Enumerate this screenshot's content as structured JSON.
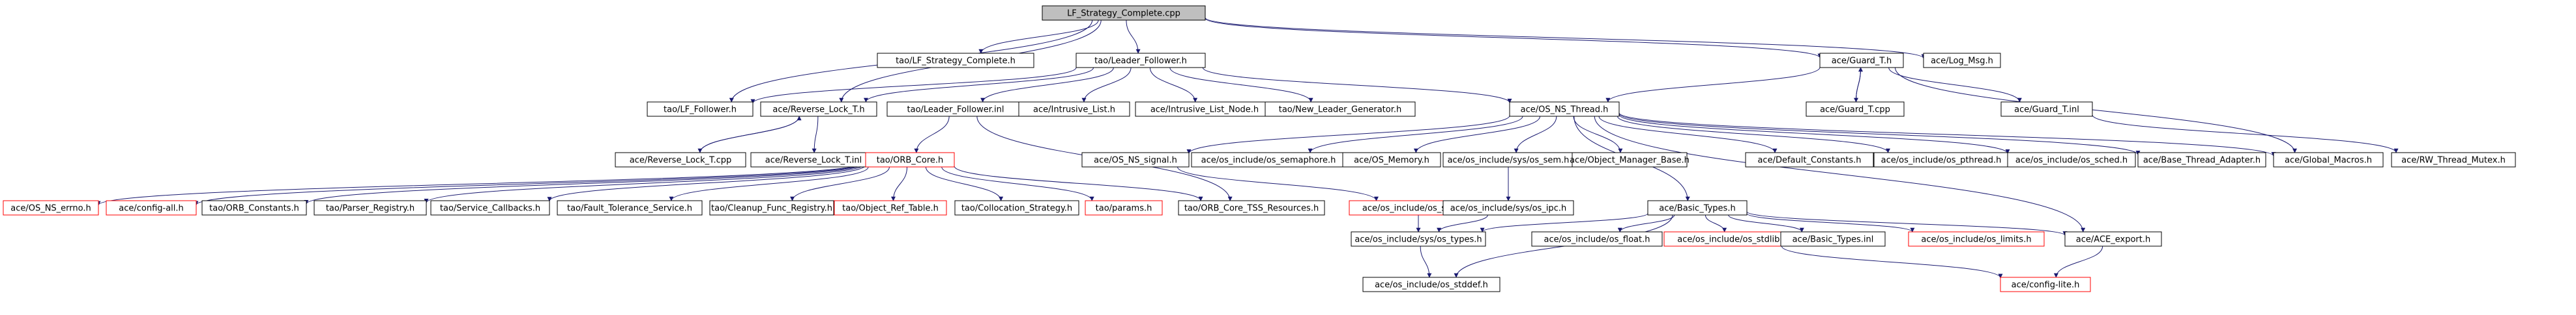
{
  "colors": {
    "edge": "#191970",
    "root_fill": "#bfbfbf",
    "red_border": "#ff0000",
    "border": "#000000"
  },
  "nodes": [
    {
      "id": "lf_strategy_complete_cpp",
      "label": "LF_Strategy_Complete.cpp",
      "style": "root"
    },
    {
      "id": "tao_lf_strategy_complete_h",
      "label": "tao/LF_Strategy_Complete.h",
      "style": "normal"
    },
    {
      "id": "tao_leader_follower_h",
      "label": "tao/Leader_Follower.h",
      "style": "normal"
    },
    {
      "id": "ace_guard_t_h",
      "label": "ace/Guard_T.h",
      "style": "normal"
    },
    {
      "id": "ace_log_msg_h",
      "label": "ace/Log_Msg.h",
      "style": "normal"
    },
    {
      "id": "tao_lf_follower_h",
      "label": "tao/LF_Follower.h",
      "style": "normal"
    },
    {
      "id": "ace_reverse_lock_t_h",
      "label": "ace/Reverse_Lock_T.h",
      "style": "normal"
    },
    {
      "id": "tao_leader_follower_inl",
      "label": "tao/Leader_Follower.inl",
      "style": "normal"
    },
    {
      "id": "ace_intrusive_list_h",
      "label": "ace/Intrusive_List.h",
      "style": "normal"
    },
    {
      "id": "ace_intrusive_list_node_h",
      "label": "ace/Intrusive_List_Node.h",
      "style": "normal"
    },
    {
      "id": "tao_new_leader_generator_h",
      "label": "tao/New_Leader_Generator.h",
      "style": "normal"
    },
    {
      "id": "ace_os_ns_thread_h",
      "label": "ace/OS_NS_Thread.h",
      "style": "normal"
    },
    {
      "id": "ace_guard_t_cpp",
      "label": "ace/Guard_T.cpp",
      "style": "normal"
    },
    {
      "id": "ace_guard_t_inl",
      "label": "ace/Guard_T.inl",
      "style": "normal"
    },
    {
      "id": "ace_reverse_lock_t_cpp",
      "label": "ace/Reverse_Lock_T.cpp",
      "style": "normal"
    },
    {
      "id": "ace_reverse_lock_t_inl",
      "label": "ace/Reverse_Lock_T.inl",
      "style": "normal"
    },
    {
      "id": "tao_orb_core_h",
      "label": "tao/ORB_Core.h",
      "style": "red"
    },
    {
      "id": "ace_os_ns_signal_h",
      "label": "ace/OS_NS_signal.h",
      "style": "normal"
    },
    {
      "id": "ace_os_include_os_semaphore_h",
      "label": "ace/os_include/os_semaphore.h",
      "style": "normal"
    },
    {
      "id": "ace_os_memory_h",
      "label": "ace/OS_Memory.h",
      "style": "normal"
    },
    {
      "id": "ace_os_include_sys_os_sem_h",
      "label": "ace/os_include/sys/os_sem.h",
      "style": "normal"
    },
    {
      "id": "ace_object_manager_base_h",
      "label": "ace/Object_Manager_Base.h",
      "style": "normal"
    },
    {
      "id": "ace_default_constants_h",
      "label": "ace/Default_Constants.h",
      "style": "normal"
    },
    {
      "id": "ace_os_include_os_pthread_h",
      "label": "ace/os_include/os_pthread.h",
      "style": "normal"
    },
    {
      "id": "ace_os_include_os_sched_h",
      "label": "ace/os_include/os_sched.h",
      "style": "normal"
    },
    {
      "id": "ace_base_thread_adapter_h",
      "label": "ace/Base_Thread_Adapter.h",
      "style": "normal"
    },
    {
      "id": "ace_global_macros_h",
      "label": "ace/Global_Macros.h",
      "style": "normal"
    },
    {
      "id": "ace_rw_thread_mutex_h",
      "label": "ace/RW_Thread_Mutex.h",
      "style": "normal"
    },
    {
      "id": "ace_os_ns_errno_h",
      "label": "ace/OS_NS_errno.h",
      "style": "red"
    },
    {
      "id": "ace_config_all_h",
      "label": "ace/config-all.h",
      "style": "red"
    },
    {
      "id": "tao_orb_constants_h",
      "label": "tao/ORB_Constants.h",
      "style": "normal"
    },
    {
      "id": "tao_parser_registry_h",
      "label": "tao/Parser_Registry.h",
      "style": "normal"
    },
    {
      "id": "tao_service_callbacks_h",
      "label": "tao/Service_Callbacks.h",
      "style": "normal"
    },
    {
      "id": "tao_fault_tolerance_service_h",
      "label": "tao/Fault_Tolerance_Service.h",
      "style": "normal"
    },
    {
      "id": "tao_cleanup_func_registry_h",
      "label": "tao/Cleanup_Func_Registry.h",
      "style": "normal"
    },
    {
      "id": "tao_object_ref_table_h",
      "label": "tao/Object_Ref_Table.h",
      "style": "red"
    },
    {
      "id": "tao_collocation_strategy_h",
      "label": "tao/Collocation_Strategy.h",
      "style": "normal"
    },
    {
      "id": "tao_params_h",
      "label": "tao/params.h",
      "style": "red"
    },
    {
      "id": "tao_orb_core_tss_resources_h",
      "label": "tao/ORB_Core_TSS_Resources.h",
      "style": "normal"
    },
    {
      "id": "ace_os_include_os_signal_h",
      "label": "ace/os_include/os_signal.h",
      "style": "red"
    },
    {
      "id": "ace_os_include_sys_os_ipc_h",
      "label": "ace/os_include/sys/os_ipc.h",
      "style": "normal"
    },
    {
      "id": "ace_basic_types_h",
      "label": "ace/Basic_Types.h",
      "style": "normal"
    },
    {
      "id": "ace_os_include_sys_os_types_h",
      "label": "ace/os_include/sys/os_types.h",
      "style": "normal"
    },
    {
      "id": "ace_os_include_os_float_h",
      "label": "ace/os_include/os_float.h",
      "style": "normal"
    },
    {
      "id": "ace_os_include_os_stdlib_h",
      "label": "ace/os_include/os_stdlib.h",
      "style": "red"
    },
    {
      "id": "ace_basic_types_inl",
      "label": "ace/Basic_Types.inl",
      "style": "normal"
    },
    {
      "id": "ace_os_include_os_limits_h",
      "label": "ace/os_include/os_limits.h",
      "style": "red"
    },
    {
      "id": "ace_ace_export_h",
      "label": "ace/ACE_export.h",
      "style": "normal"
    },
    {
      "id": "ace_os_include_os_stddef_h",
      "label": "ace/os_include/os_stddef.h",
      "style": "normal"
    },
    {
      "id": "ace_config_lite_h",
      "label": "ace/config-lite.h",
      "style": "red"
    }
  ],
  "edges": [
    [
      "lf_strategy_complete_cpp",
      "tao_lf_strategy_complete_h"
    ],
    [
      "lf_strategy_complete_cpp",
      "tao_leader_follower_h"
    ],
    [
      "lf_strategy_complete_cpp",
      "tao_lf_follower_h"
    ],
    [
      "lf_strategy_complete_cpp",
      "ace_reverse_lock_t_h"
    ],
    [
      "lf_strategy_complete_cpp",
      "ace_guard_t_h"
    ],
    [
      "lf_strategy_complete_cpp",
      "ace_log_msg_h"
    ],
    [
      "tao_leader_follower_h",
      "tao_lf_follower_h"
    ],
    [
      "tao_leader_follower_h",
      "ace_reverse_lock_t_h"
    ],
    [
      "tao_leader_follower_h",
      "tao_leader_follower_inl"
    ],
    [
      "tao_leader_follower_h",
      "ace_intrusive_list_h"
    ],
    [
      "tao_leader_follower_h",
      "ace_intrusive_list_node_h"
    ],
    [
      "tao_leader_follower_h",
      "tao_new_leader_generator_h"
    ],
    [
      "tao_leader_follower_h",
      "ace_os_ns_thread_h"
    ],
    [
      "ace_guard_t_h",
      "ace_os_ns_thread_h"
    ],
    [
      "ace_guard_t_h",
      "ace_guard_t_cpp"
    ],
    [
      "ace_guard_t_h",
      "ace_guard_t_inl"
    ],
    [
      "ace_guard_t_h",
      "ace_global_macros_h"
    ],
    [
      "ace_guard_t_cpp",
      "ace_guard_t_h"
    ],
    [
      "ace_guard_t_inl",
      "ace_rw_thread_mutex_h"
    ],
    [
      "ace_reverse_lock_t_h",
      "ace_reverse_lock_t_cpp"
    ],
    [
      "ace_reverse_lock_t_h",
      "ace_reverse_lock_t_inl"
    ],
    [
      "ace_reverse_lock_t_cpp",
      "ace_reverse_lock_t_h"
    ],
    [
      "tao_leader_follower_inl",
      "tao_orb_core_h"
    ],
    [
      "tao_leader_follower_inl",
      "tao_orb_core_tss_resources_h"
    ],
    [
      "tao_orb_core_h",
      "ace_os_ns_errno_h"
    ],
    [
      "tao_orb_core_h",
      "ace_config_all_h"
    ],
    [
      "tao_orb_core_h",
      "tao_orb_constants_h"
    ],
    [
      "tao_orb_core_h",
      "tao_parser_registry_h"
    ],
    [
      "tao_orb_core_h",
      "tao_service_callbacks_h"
    ],
    [
      "tao_orb_core_h",
      "tao_fault_tolerance_service_h"
    ],
    [
      "tao_orb_core_h",
      "tao_cleanup_func_registry_h"
    ],
    [
      "tao_orb_core_h",
      "tao_object_ref_table_h"
    ],
    [
      "tao_orb_core_h",
      "tao_collocation_strategy_h"
    ],
    [
      "tao_orb_core_h",
      "tao_params_h"
    ],
    [
      "tao_orb_core_h",
      "tao_orb_core_tss_resources_h"
    ],
    [
      "ace_os_ns_thread_h",
      "ace_os_ns_signal_h"
    ],
    [
      "ace_os_ns_thread_h",
      "ace_os_include_os_semaphore_h"
    ],
    [
      "ace_os_ns_thread_h",
      "ace_os_memory_h"
    ],
    [
      "ace_os_ns_thread_h",
      "ace_os_include_sys_os_sem_h"
    ],
    [
      "ace_os_ns_thread_h",
      "ace_object_manager_base_h"
    ],
    [
      "ace_os_ns_thread_h",
      "ace_default_constants_h"
    ],
    [
      "ace_os_ns_thread_h",
      "ace_os_include_os_pthread_h"
    ],
    [
      "ace_os_ns_thread_h",
      "ace_os_include_os_sched_h"
    ],
    [
      "ace_os_ns_thread_h",
      "ace_base_thread_adapter_h"
    ],
    [
      "ace_os_ns_thread_h",
      "ace_global_macros_h"
    ],
    [
      "ace_os_ns_thread_h",
      "ace_basic_types_h"
    ],
    [
      "ace_os_ns_thread_h",
      "ace_ace_export_h"
    ],
    [
      "ace_os_ns_signal_h",
      "ace_os_include_os_signal_h"
    ],
    [
      "ace_os_include_sys_os_sem_h",
      "ace_os_include_sys_os_ipc_h"
    ],
    [
      "ace_os_include_sys_os_ipc_h",
      "ace_os_include_sys_os_types_h"
    ],
    [
      "ace_os_include_os_signal_h",
      "ace_os_include_sys_os_types_h"
    ],
    [
      "ace_basic_types_h",
      "ace_os_include_sys_os_types_h"
    ],
    [
      "ace_basic_types_h",
      "ace_os_include_os_float_h"
    ],
    [
      "ace_basic_types_h",
      "ace_os_include_os_stdlib_h"
    ],
    [
      "ace_basic_types_h",
      "ace_basic_types_inl"
    ],
    [
      "ace_basic_types_h",
      "ace_os_include_os_limits_h"
    ],
    [
      "ace_basic_types_h",
      "ace_ace_export_h"
    ],
    [
      "ace_basic_types_h",
      "ace_os_include_os_stddef_h"
    ],
    [
      "ace_os_include_sys_os_types_h",
      "ace_os_include_os_stddef_h"
    ],
    [
      "ace_ace_export_h",
      "ace_config_lite_h"
    ],
    [
      "ace_os_include_os_stdlib_h",
      "ace_config_lite_h"
    ]
  ]
}
